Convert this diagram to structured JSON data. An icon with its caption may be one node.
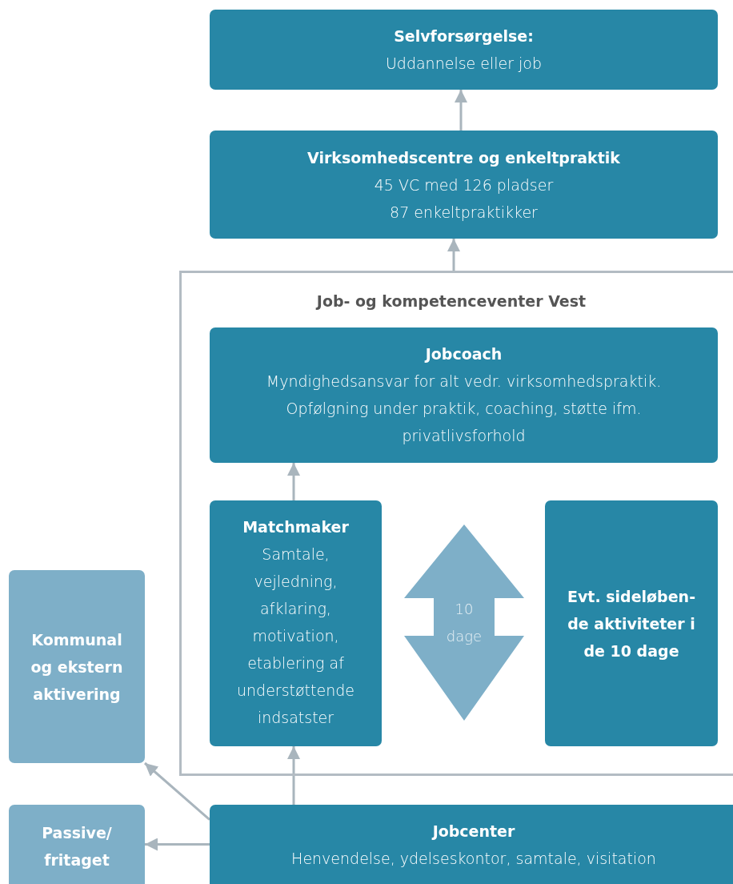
{
  "diagram": {
    "nodes": [
      {
        "text": [
          "Selvforsørgelse:",
          "Uddannelse eller job"
        ]
      },
      {
        "text": [
          "Virksomhedscentre og enkeltpraktik",
          "45 VC med 126 pladser",
          "87 enkeltpraktikker"
        ]
      },
      {
        "text": [
          "Job- og kompetenceventer Vest"
        ]
      },
      {
        "text": [
          "Jobcoach",
          "Myndighedsansvar for alt vedr. virksomhedspraktik. Opfølgning under praktik, coaching, støtte ifm. privatlivsforhold"
        ],
        "in": 2
      },
      {
        "text": [
          "Matchmaker",
          "Samtale, vejledning, afklaring, motivation, etablering af understøttende indsatster"
        ],
        "in": 2
      },
      {
        "text": [
          "10 dage"
        ],
        "in": 2
      },
      {
        "text": [
          "Evt. sideløben- de aktiviteter i de 10 dage"
        ],
        "in": 2
      },
      {
        "text": [
          "Kommunal og ekstern aktivering"
        ]
      },
      {
        "text": [
          "Passive/ fritaget"
        ]
      },
      {
        "text": [
          "Jobcenter",
          "Henvendelse, ydelseskontor, samtale, visitation"
        ]
      }
    ],
    "edges": [
      {
        "from": 1,
        "to": 0,
        "arrow": "to"
      },
      {
        "from": 2,
        "to": 1,
        "arrow": "to"
      },
      {
        "from": 4,
        "to": 3,
        "arrow": "to"
      },
      {
        "from": 9,
        "to": 4,
        "arrow": "to"
      },
      {
        "from": 9,
        "to": 7,
        "arrow": "to"
      },
      {
        "from": 9,
        "to": 8,
        "arrow": "to"
      }
    ]
  }
}
